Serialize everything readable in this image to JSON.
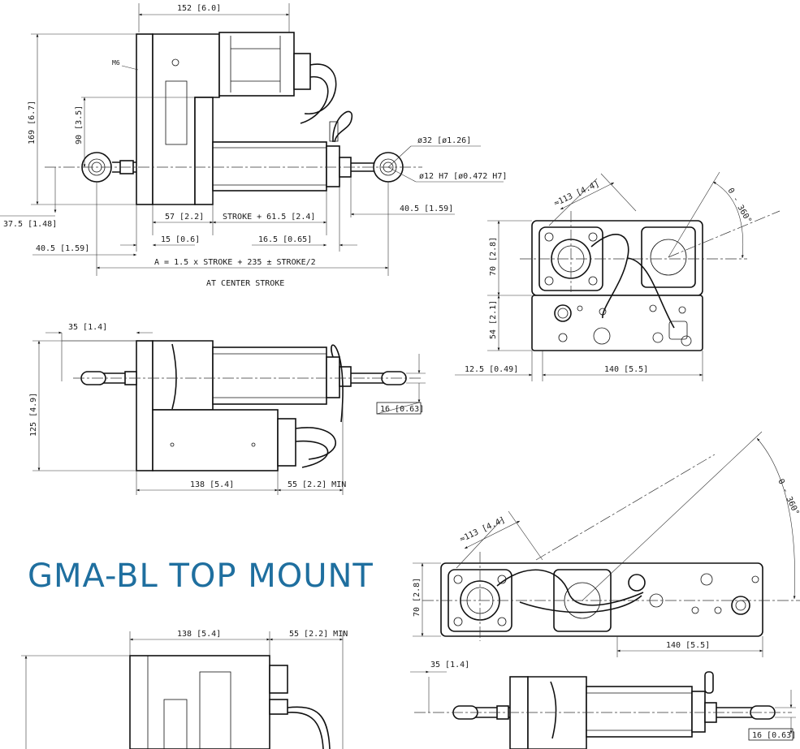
{
  "title": "GMA-BL TOP MOUNT",
  "colors": {
    "title": "#1f6f9f",
    "lines": "#111111",
    "background": "#ffffff"
  },
  "side_view": {
    "overall_length": "152 [6.0]",
    "thread": "M6",
    "height_total": "169 [6.7]",
    "height_center": "90 [3.5]",
    "eye_offset": "37.5 [1.48]",
    "rod_end_dia": "ø32 [ø1.26]",
    "pin_dia": "ø12 H7 [ø0.472 H7]",
    "dim_57": "57 [2.2]",
    "stroke_plus": "STROKE + 61.5 [2.4]",
    "dim_15": "15 [0.6]",
    "dim_16_5": "16.5 [0.65]",
    "eye_right": "40.5 [1.59]",
    "eye_left": "40.5 [1.59]",
    "formula": "A = 1.5 x STROKE + 235 ± STROKE/2",
    "formula_note": "AT CENTER STROKE"
  },
  "end_view_top": {
    "diag": "≈113 [4.4]",
    "rotation": "0 - 360°",
    "height_70": "70 [2.8]",
    "height_54": "54 [2.1]",
    "offset": "12.5 [0.49]",
    "width": "140 [5.5]"
  },
  "plan_view": {
    "dim_35": "35 [1.4]",
    "height_125": "125 [4.9]",
    "dim_16": "16 [0.63]",
    "dim_138": "138 [5.4]",
    "dim_55": "55 [2.2] MIN"
  },
  "top_mount_end": {
    "diag": "≈113 [4.4]",
    "rotation": "0 - 360°",
    "height_70": "70 [2.8]",
    "width": "140 [5.5]"
  },
  "top_mount_side": {
    "dim_138": "138 [5.4]",
    "dim_55": "55 [2.2] MIN"
  },
  "top_mount_plan": {
    "dim_35": "35 [1.4]",
    "dim_16": "16 [0.63]"
  }
}
